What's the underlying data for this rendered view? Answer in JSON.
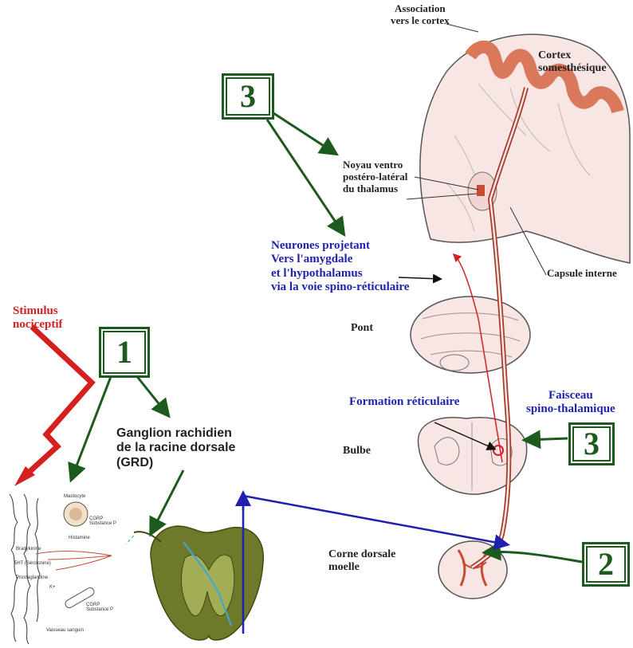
{
  "labels": {
    "association": "Association\nvers le cortex",
    "cortex": "Cortex\nsomesthésique",
    "noyau": "Noyau ventro\npostéro-latéral\ndu thalamus",
    "capsule": "Capsule interne",
    "neurones": "Neurones projetant\nVers l'amygdale\net l'hypothalamus\nvia la voie spino-réticulaire",
    "pont": "Pont",
    "formation": "Formation réticulaire",
    "faisceau": "Faisceau\nspino-thalamique",
    "bulbe": "Bulbe",
    "stimulus": "Stimulus\nnociceptif",
    "ganglion": "Ganglion rachidien\nde la racine dorsale\n(GRD)",
    "corne": "Corne dorsale\nmoelle"
  },
  "boxes": {
    "box_top": "3",
    "box_1": "1",
    "box_3b": "3",
    "box_2": "2"
  },
  "inset_labels": {
    "mastocyte": "Mastocyte",
    "cgrp1": "CGRP\nSubstance P",
    "histamine": "Histamine",
    "bradykinine": "Bradykinine",
    "serotonine": "5HT (Sérotonine)",
    "prostaglandine": "Prostaglandine",
    "cgrp2": "CGRP\nSubstance P",
    "vaisseau": "Vaisseau sanguin",
    "k": "K+"
  },
  "colors": {
    "green_box": "#1d5a1d",
    "blue_text": "#1f1fb0",
    "red_stimulus": "#d42020",
    "cortex_fill": "#d9785a",
    "pathway": "#a83a2a",
    "spinal_cord": "#6e7a2a"
  }
}
